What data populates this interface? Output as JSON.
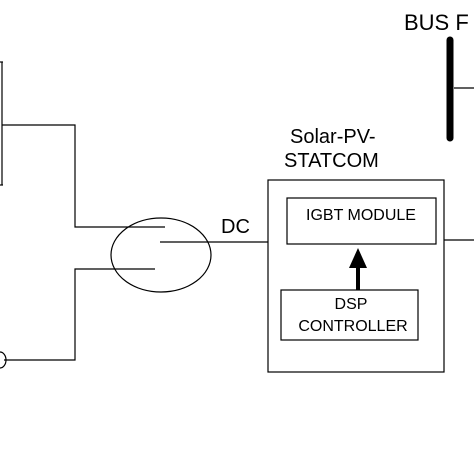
{
  "labels": {
    "bus": "BUS F",
    "statcom_line1": "Solar-PV-",
    "statcom_line2": "STATCOM",
    "dc": "DC",
    "igbt": "IGBT MODULE",
    "dsp_line1": "DSP",
    "dsp_line2": "CONTROLLER"
  },
  "colors": {
    "stroke": "#000000",
    "background": "#ffffff"
  }
}
